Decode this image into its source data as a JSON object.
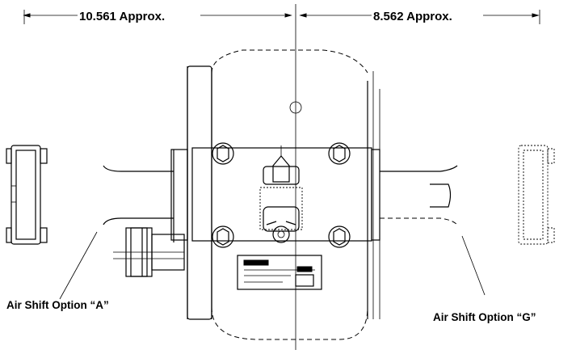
{
  "dimensions": {
    "left": "10.561 Approx.",
    "right": "8.562 Approx."
  },
  "callouts": {
    "option_a": "Air Shift Option “A”",
    "option_g": "Air Shift Option “G”"
  }
}
